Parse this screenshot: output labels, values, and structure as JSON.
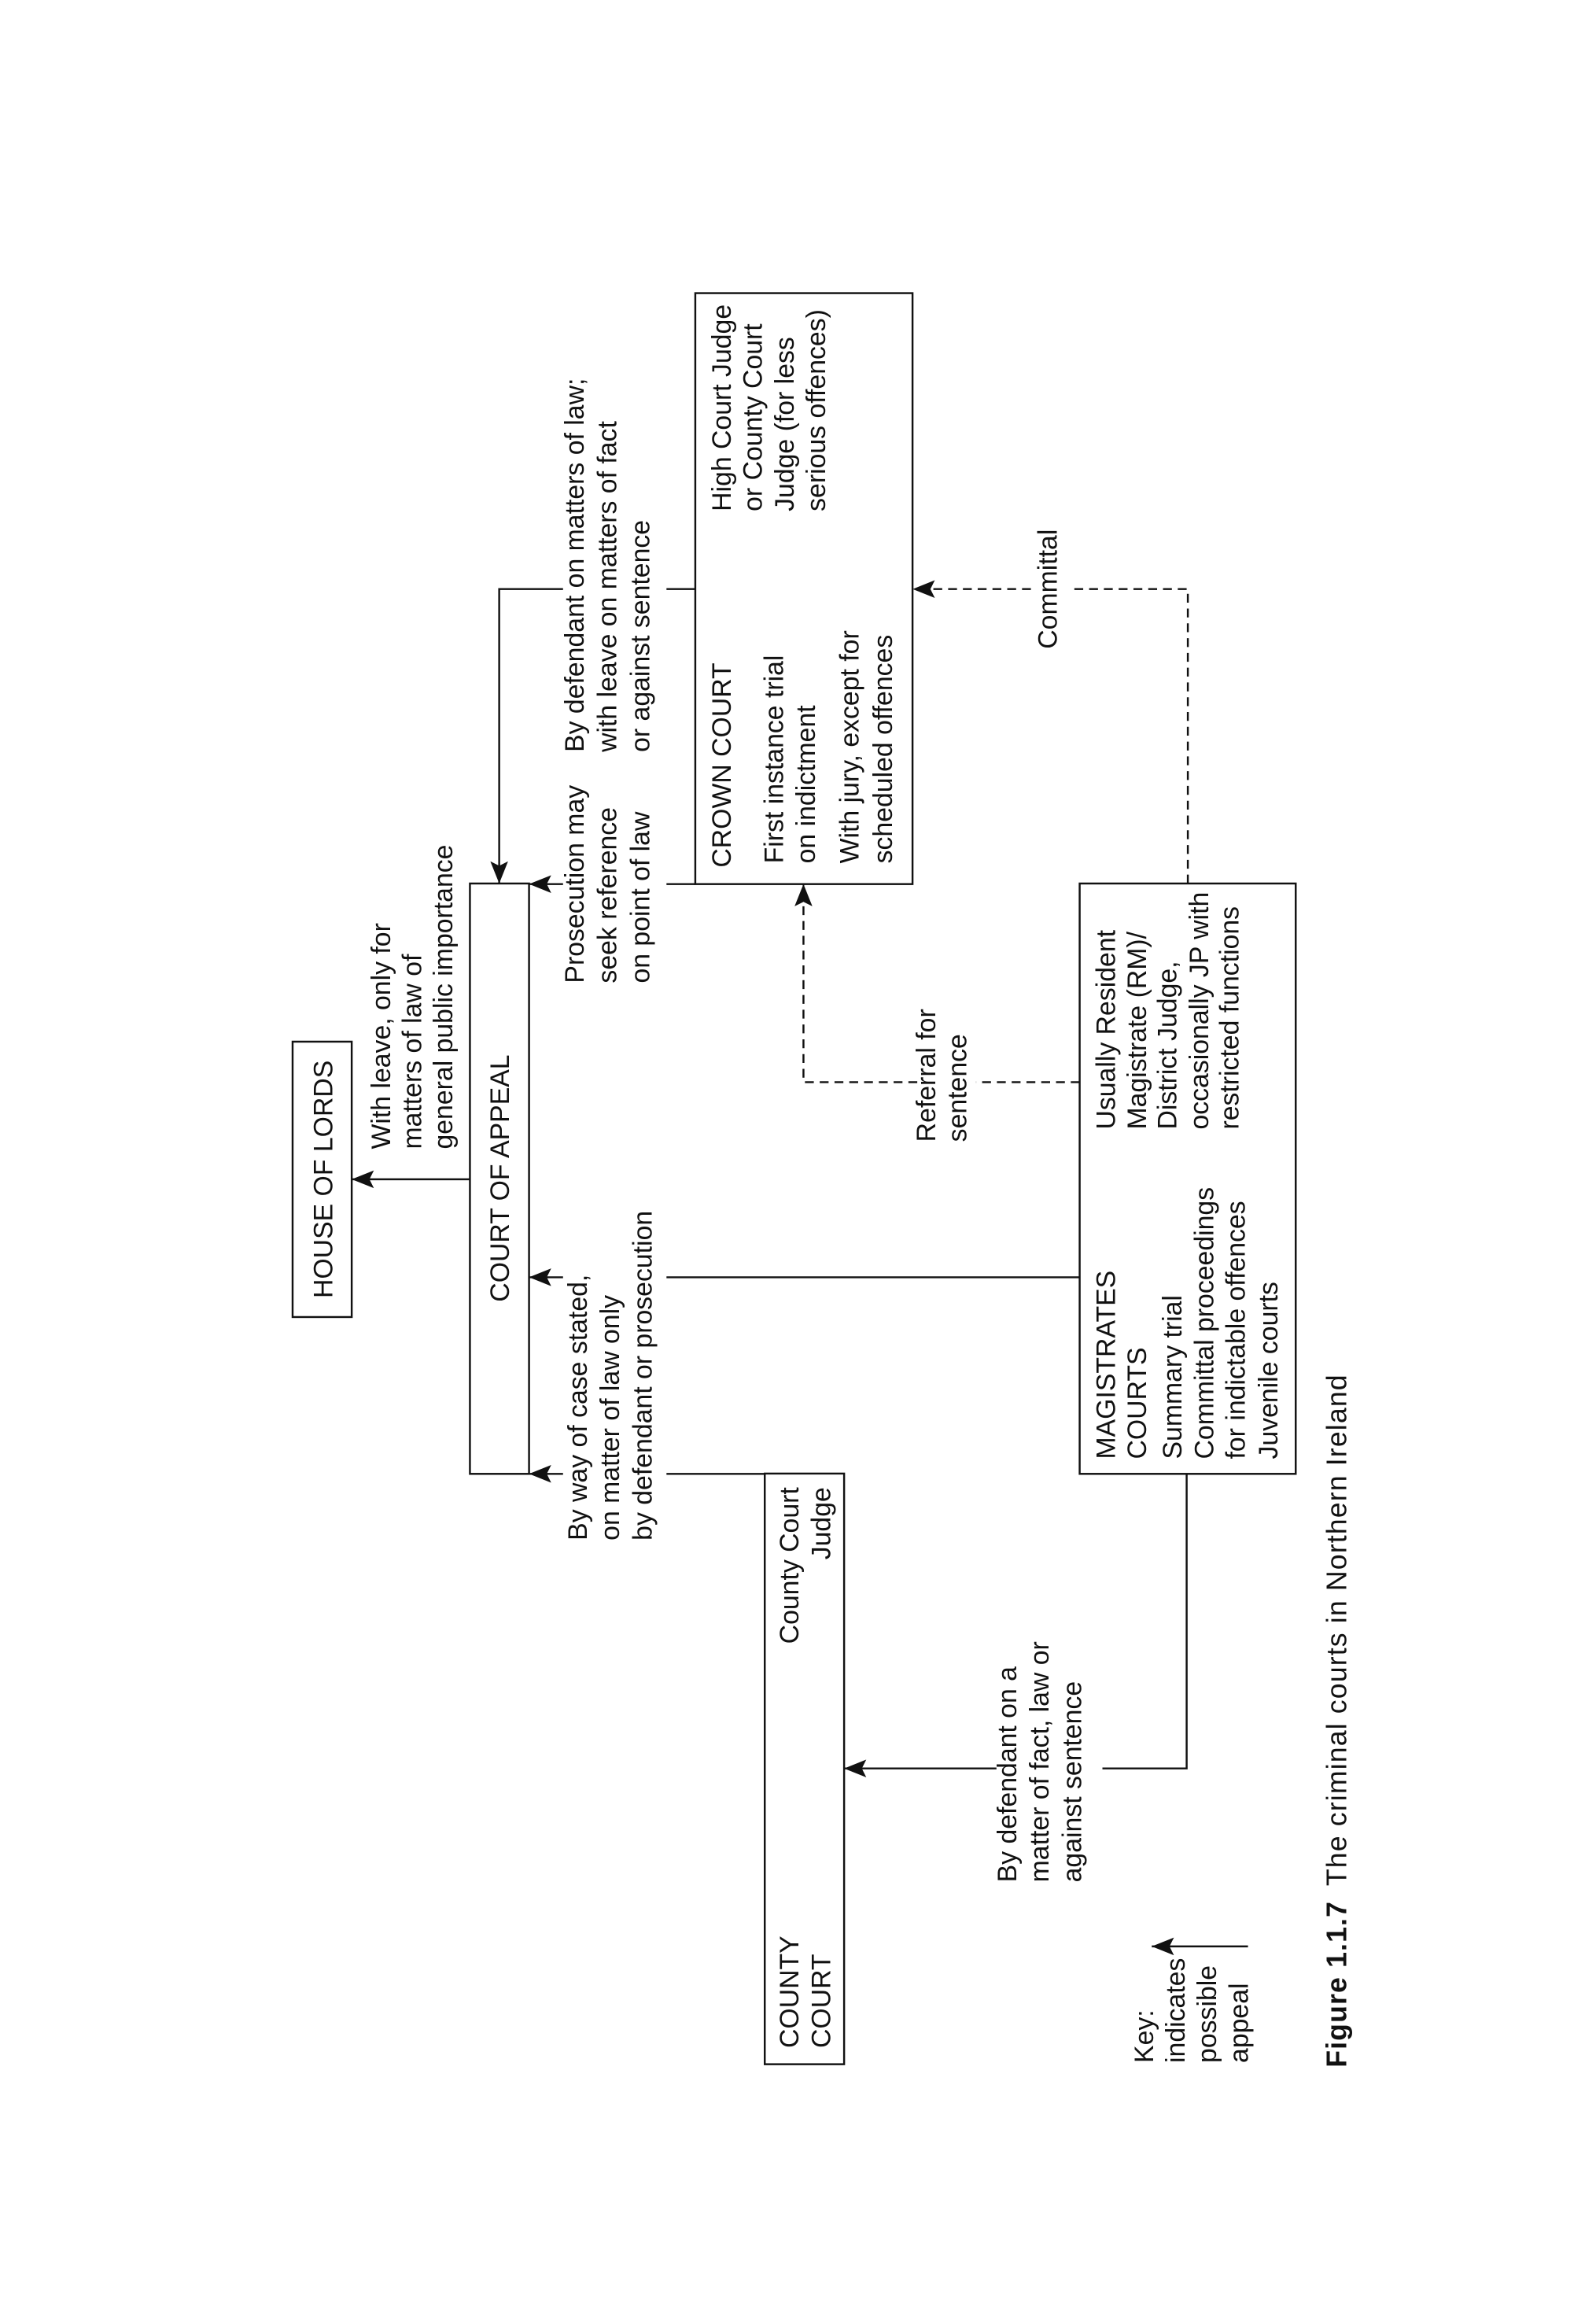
{
  "figure": {
    "label": "Figure 1.1.7",
    "caption": "The criminal courts in Northern Ireland"
  },
  "courts": {
    "house_of_lords": {
      "title": "HOUSE OF LORDS"
    },
    "court_of_appeal": {
      "title": "COURT OF APPEAL"
    },
    "crown_court": {
      "title": "CROWN COURT",
      "desc": [
        "First instance trial",
        "on indictment"
      ],
      "jury": [
        "With jury, except for",
        "scheduled offences"
      ],
      "judge": [
        "High Court Judge",
        "or County Court",
        "Judge (for less",
        "serious offences)"
      ]
    },
    "magistrates": {
      "title": [
        "MAGISTRATES",
        "COURTS"
      ],
      "functions": [
        "Summary trial",
        "Committal proceedings",
        "for indictable offences",
        "Juvenile courts"
      ],
      "judge": [
        "Usually Resident",
        "Magistrate (RM)/",
        "District Judge,",
        "occasionally JP with",
        "restricted functions"
      ]
    },
    "county_court": {
      "title": [
        "COUNTY",
        "COURT"
      ],
      "judge": [
        "County Court",
        "Judge"
      ]
    }
  },
  "routes": {
    "coa_to_hol": [
      "With leave, only for",
      "matters of law of",
      "general public importance"
    ],
    "crown_defendant": [
      "By defendant on matters of law;",
      "with leave on matters of fact",
      "or against sentence"
    ],
    "crown_prosecution": [
      "Prosecution may",
      "seek reference",
      "on point of law"
    ],
    "case_stated": [
      "By way of case stated,",
      "on matter of law only",
      "by defendant or prosecution"
    ],
    "referral": [
      "Referral for",
      "sentence"
    ],
    "committal": "Committal",
    "mag_to_county": [
      "By defendant on a",
      "matter of fact, law or",
      "against sentence"
    ]
  },
  "key": [
    "Key:",
    "indicates",
    "possible",
    "appeal"
  ]
}
